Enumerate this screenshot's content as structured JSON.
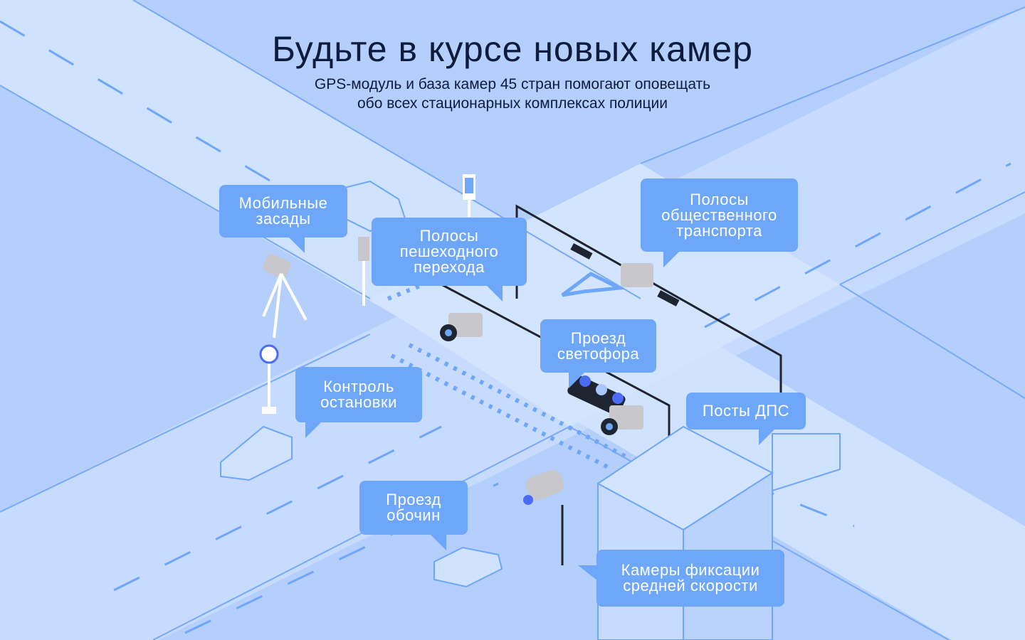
{
  "header": {
    "title": "Будьте в курсе новых камер",
    "subtitle_line1": "GPS-модуль и база камер 45 стран помогают оповещать",
    "subtitle_line2": "обо всех стационарных комплексах полиции"
  },
  "callouts": {
    "mobile": [
      "Мобильные",
      "засады"
    ],
    "pedestrian": [
      "Полосы",
      "пешеходного",
      "перехода"
    ],
    "public_transport": [
      "Полосы",
      "общественного",
      "транспорта"
    ],
    "traffic_light": [
      "Проезд",
      "светофора"
    ],
    "stop_control": [
      "Контроль",
      "остановки"
    ],
    "police_posts": [
      "Посты ДПС"
    ],
    "shoulder": [
      "Проезд",
      "обочин"
    ],
    "average_speed": [
      "Камеры фиксации",
      "средней скорости"
    ]
  },
  "colors": {
    "background": "#b4cffc",
    "road": "#cfe2fe",
    "bubble": "#6ea6f9",
    "title": "#0d1b3d",
    "line": "#7aa9f5"
  }
}
